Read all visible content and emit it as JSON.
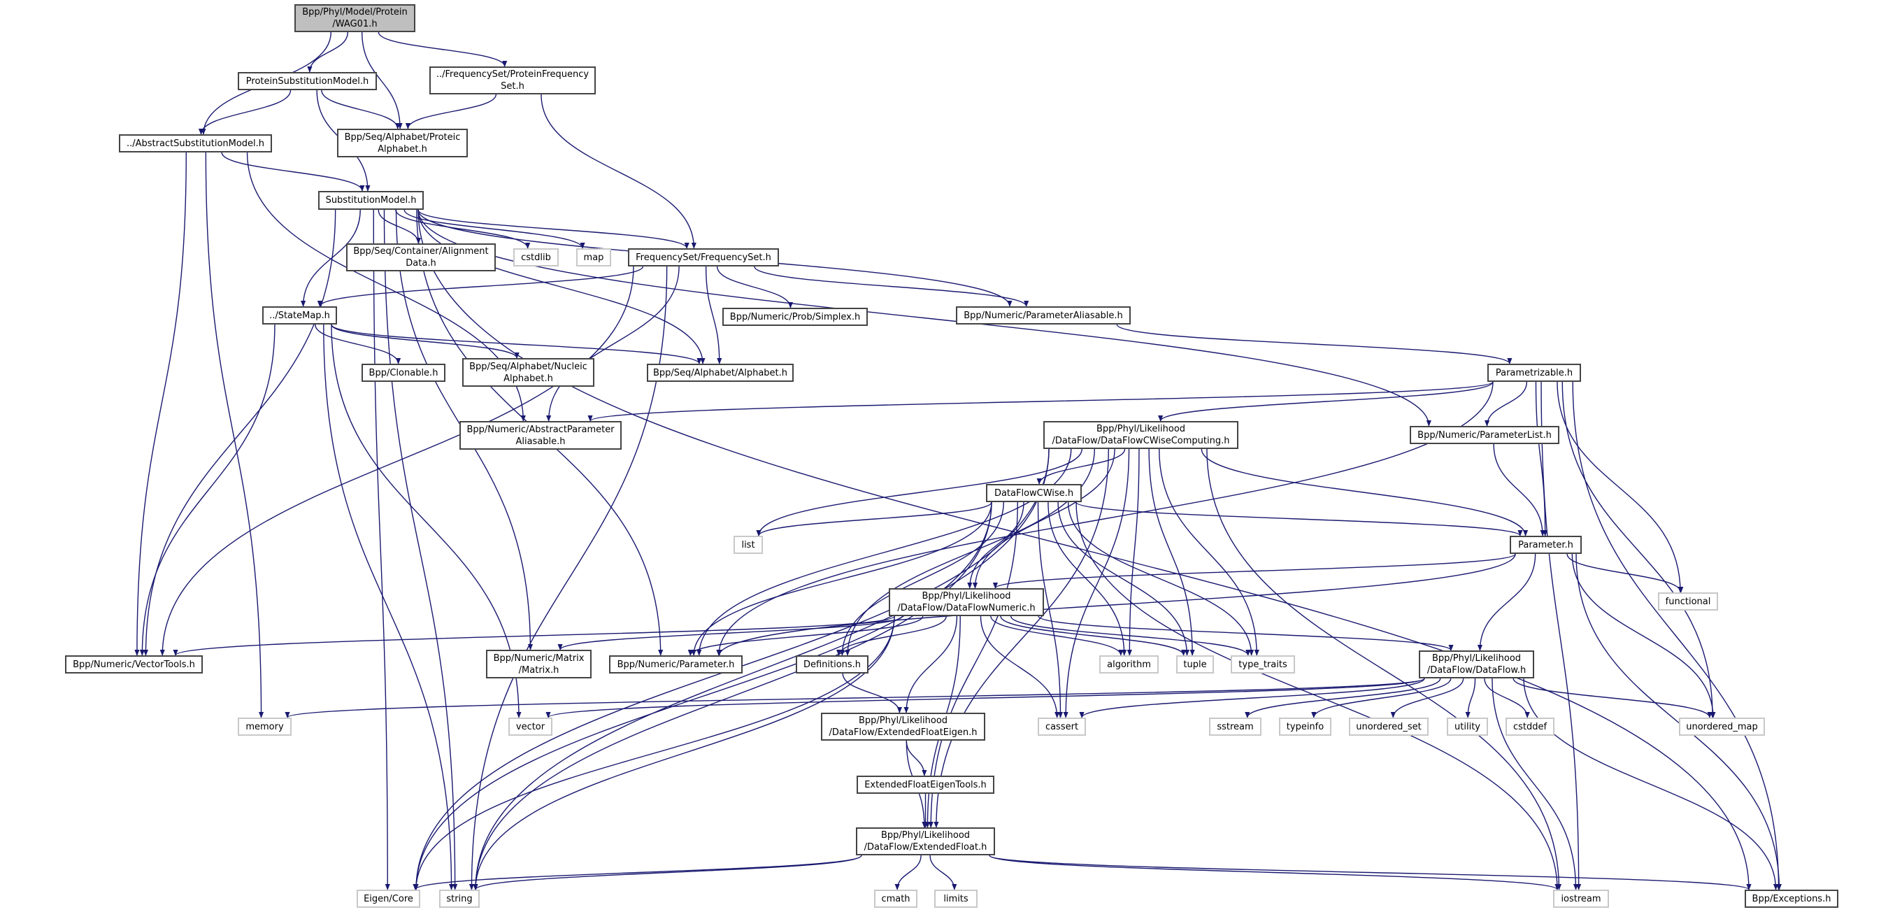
{
  "diagram": {
    "type": "include-dependency-graph",
    "colors": {
      "edge": "#191970",
      "root_fill": "#bfbfbf",
      "node_border": "#444444",
      "system_border": "#c8c8c8"
    },
    "nodes": {
      "wag01": {
        "label": "Bpp/Phyl/Model/Protein\n/WAG01.h",
        "kind": "root"
      },
      "psm": {
        "label": "ProteinSubstitutionModel.h",
        "kind": "header"
      },
      "pfs": {
        "label": "../FrequencySet/ProteinFrequency\nSet.h",
        "kind": "header"
      },
      "asm": {
        "label": "../AbstractSubstitutionModel.h",
        "kind": "header"
      },
      "proteic": {
        "label": "Bpp/Seq/Alphabet/Proteic\nAlphabet.h",
        "kind": "header"
      },
      "sm": {
        "label": "SubstitutionModel.h",
        "kind": "header"
      },
      "align": {
        "label": "Bpp/Seq/Container/Alignment\nData.h",
        "kind": "header"
      },
      "cstdlib": {
        "label": "cstdlib",
        "kind": "system"
      },
      "map": {
        "label": "map",
        "kind": "system"
      },
      "fs": {
        "label": "FrequencySet/FrequencySet.h",
        "kind": "header"
      },
      "statemap": {
        "label": "../StateMap.h",
        "kind": "header"
      },
      "simplex": {
        "label": "Bpp/Numeric/Prob/Simplex.h",
        "kind": "header"
      },
      "paramalias": {
        "label": "Bpp/Numeric/ParameterAliasable.h",
        "kind": "header"
      },
      "clonable": {
        "label": "Bpp/Clonable.h",
        "kind": "header"
      },
      "nucleic": {
        "label": "Bpp/Seq/Alphabet/Nucleic\nAlphabet.h",
        "kind": "header"
      },
      "alphabet": {
        "label": "Bpp/Seq/Alphabet/Alphabet.h",
        "kind": "header"
      },
      "parametrizable": {
        "label": "Parametrizable.h",
        "kind": "header"
      },
      "absparamalias": {
        "label": "Bpp/Numeric/AbstractParameter\nAliasable.h",
        "kind": "header"
      },
      "dfcwc": {
        "label": "Bpp/Phyl/Likelihood\n/DataFlow/DataFlowCWiseComputing.h",
        "kind": "header"
      },
      "paramlist": {
        "label": "Bpp/Numeric/ParameterList.h",
        "kind": "header"
      },
      "dfcwise": {
        "label": "DataFlowCWise.h",
        "kind": "header"
      },
      "list": {
        "label": "list",
        "kind": "system"
      },
      "parameter": {
        "label": "Parameter.h",
        "kind": "header"
      },
      "dfnumeric": {
        "label": "Bpp/Phyl/Likelihood\n/DataFlow/DataFlowNumeric.h",
        "kind": "header"
      },
      "functional": {
        "label": "functional",
        "kind": "system"
      },
      "vectortools": {
        "label": "Bpp/Numeric/VectorTools.h",
        "kind": "header"
      },
      "matrix": {
        "label": "Bpp/Numeric/Matrix\n/Matrix.h",
        "kind": "header"
      },
      "numparam": {
        "label": "Bpp/Numeric/Parameter.h",
        "kind": "header"
      },
      "definitions": {
        "label": "Definitions.h",
        "kind": "header"
      },
      "algorithm": {
        "label": "algorithm",
        "kind": "system"
      },
      "tuple": {
        "label": "tuple",
        "kind": "system"
      },
      "typetraits": {
        "label": "type_traits",
        "kind": "system"
      },
      "dataflow": {
        "label": "Bpp/Phyl/Likelihood\n/DataFlow/DataFlow.h",
        "kind": "header"
      },
      "memory": {
        "label": "memory",
        "kind": "system"
      },
      "vector": {
        "label": "vector",
        "kind": "system"
      },
      "efeigen": {
        "label": "Bpp/Phyl/Likelihood\n/DataFlow/ExtendedFloatEigen.h",
        "kind": "header"
      },
      "cassert": {
        "label": "cassert",
        "kind": "system"
      },
      "sstream": {
        "label": "sstream",
        "kind": "system"
      },
      "typeinfo": {
        "label": "typeinfo",
        "kind": "system"
      },
      "unordered_set": {
        "label": "unordered_set",
        "kind": "system"
      },
      "utility": {
        "label": "utility",
        "kind": "system"
      },
      "cstddef": {
        "label": "cstddef",
        "kind": "system"
      },
      "unordered_map": {
        "label": "unordered_map",
        "kind": "system"
      },
      "efeigentools": {
        "label": "ExtendedFloatEigenTools.h",
        "kind": "header"
      },
      "extfloat": {
        "label": "Bpp/Phyl/Likelihood\n/DataFlow/ExtendedFloat.h",
        "kind": "header"
      },
      "eigencore": {
        "label": "Eigen/Core",
        "kind": "system"
      },
      "string": {
        "label": "string",
        "kind": "system"
      },
      "cmath": {
        "label": "cmath",
        "kind": "system"
      },
      "limits": {
        "label": "limits",
        "kind": "system"
      },
      "iostream": {
        "label": "iostream",
        "kind": "system"
      },
      "exceptions": {
        "label": "Bpp/Exceptions.h",
        "kind": "header"
      }
    },
    "edges": [
      [
        "wag01",
        "psm"
      ],
      [
        "wag01",
        "asm"
      ],
      [
        "wag01",
        "proteic"
      ],
      [
        "wag01",
        "pfs"
      ],
      [
        "psm",
        "asm"
      ],
      [
        "psm",
        "proteic"
      ],
      [
        "psm",
        "sm"
      ],
      [
        "pfs",
        "proteic"
      ],
      [
        "pfs",
        "fs"
      ],
      [
        "asm",
        "sm"
      ],
      [
        "asm",
        "vectortools"
      ],
      [
        "asm",
        "memory"
      ],
      [
        "asm",
        "absparamalias"
      ],
      [
        "sm",
        "align"
      ],
      [
        "sm",
        "cstdlib"
      ],
      [
        "sm",
        "map"
      ],
      [
        "sm",
        "fs"
      ],
      [
        "sm",
        "paramalias"
      ],
      [
        "sm",
        "paramlist"
      ],
      [
        "sm",
        "exceptions"
      ],
      [
        "sm",
        "statemap"
      ],
      [
        "sm",
        "alphabet"
      ],
      [
        "sm",
        "vectortools"
      ],
      [
        "sm",
        "matrix"
      ],
      [
        "sm",
        "numparam"
      ],
      [
        "sm",
        "eigencore"
      ],
      [
        "sm",
        "string"
      ],
      [
        "fs",
        "statemap"
      ],
      [
        "fs",
        "simplex"
      ],
      [
        "fs",
        "paramalias"
      ],
      [
        "fs",
        "alphabet"
      ],
      [
        "fs",
        "absparamalias"
      ],
      [
        "fs",
        "vectortools"
      ],
      [
        "fs",
        "string"
      ],
      [
        "statemap",
        "clonable"
      ],
      [
        "statemap",
        "nucleic"
      ],
      [
        "statemap",
        "alphabet"
      ],
      [
        "statemap",
        "vectortools"
      ],
      [
        "statemap",
        "string"
      ],
      [
        "statemap",
        "vector"
      ],
      [
        "paramalias",
        "parametrizable"
      ],
      [
        "parametrizable",
        "paramlist"
      ],
      [
        "parametrizable",
        "parameter"
      ],
      [
        "parametrizable",
        "absparamalias"
      ],
      [
        "parametrizable",
        "dfcwc"
      ],
      [
        "parametrizable",
        "functional"
      ],
      [
        "parametrizable",
        "unordered_map"
      ],
      [
        "parametrizable",
        "iostream"
      ],
      [
        "parametrizable",
        "exceptions"
      ],
      [
        "parametrizable",
        "numparam"
      ],
      [
        "paramlist",
        "parameter"
      ],
      [
        "dfcwc",
        "dfcwise"
      ],
      [
        "dfcwc",
        "parameter"
      ],
      [
        "dfcwc",
        "list"
      ],
      [
        "dfcwc",
        "algorithm"
      ],
      [
        "dfcwc",
        "tuple"
      ],
      [
        "dfcwc",
        "typetraits"
      ],
      [
        "dfcwc",
        "cassert"
      ],
      [
        "dfcwc",
        "iostream"
      ],
      [
        "dfcwc",
        "eigencore"
      ],
      [
        "dfcwc",
        "string"
      ],
      [
        "dfcwc",
        "definitions"
      ],
      [
        "dfcwc",
        "numparam"
      ],
      [
        "dfcwc",
        "dfnumeric"
      ],
      [
        "dfcwc",
        "extfloat"
      ],
      [
        "dfcwise",
        "list"
      ],
      [
        "dfcwise",
        "parameter"
      ],
      [
        "dfcwise",
        "dfnumeric"
      ],
      [
        "dfcwise",
        "algorithm"
      ],
      [
        "dfcwise",
        "tuple"
      ],
      [
        "dfcwise",
        "typetraits"
      ],
      [
        "dfcwise",
        "cassert"
      ],
      [
        "dfcwise",
        "definitions"
      ],
      [
        "dfcwise",
        "numparam"
      ],
      [
        "dfcwise",
        "eigencore"
      ],
      [
        "dfcwise",
        "string"
      ],
      [
        "dfcwise",
        "extfloat"
      ],
      [
        "dfcwise",
        "iostream"
      ],
      [
        "parameter",
        "dfnumeric"
      ],
      [
        "parameter",
        "dataflow"
      ],
      [
        "parameter",
        "functional"
      ],
      [
        "parameter",
        "unordered_map"
      ],
      [
        "parameter",
        "exceptions"
      ],
      [
        "parameter",
        "numparam"
      ],
      [
        "dfnumeric",
        "vectortools"
      ],
      [
        "dfnumeric",
        "matrix"
      ],
      [
        "dfnumeric",
        "numparam"
      ],
      [
        "dfnumeric",
        "definitions"
      ],
      [
        "dfnumeric",
        "algorithm"
      ],
      [
        "dfnumeric",
        "tuple"
      ],
      [
        "dfnumeric",
        "typetraits"
      ],
      [
        "dfnumeric",
        "dataflow"
      ],
      [
        "dfnumeric",
        "cassert"
      ],
      [
        "dfnumeric",
        "efeigen"
      ],
      [
        "dfnumeric",
        "extfloat"
      ],
      [
        "dfnumeric",
        "eigencore"
      ],
      [
        "dfnumeric",
        "string"
      ],
      [
        "dataflow",
        "memory"
      ],
      [
        "dataflow",
        "vector"
      ],
      [
        "dataflow",
        "cassert"
      ],
      [
        "dataflow",
        "sstream"
      ],
      [
        "dataflow",
        "typeinfo"
      ],
      [
        "dataflow",
        "unordered_set"
      ],
      [
        "dataflow",
        "utility"
      ],
      [
        "dataflow",
        "cstddef"
      ],
      [
        "dataflow",
        "unordered_map"
      ],
      [
        "dataflow",
        "iostream"
      ],
      [
        "dataflow",
        "exceptions"
      ],
      [
        "definitions",
        "efeigen"
      ],
      [
        "efeigen",
        "efeigentools"
      ],
      [
        "efeigen",
        "extfloat"
      ],
      [
        "efeigentools",
        "extfloat"
      ],
      [
        "extfloat",
        "eigencore"
      ],
      [
        "extfloat",
        "string"
      ],
      [
        "extfloat",
        "cmath"
      ],
      [
        "extfloat",
        "limits"
      ],
      [
        "extfloat",
        "iostream"
      ],
      [
        "extfloat",
        "exceptions"
      ]
    ]
  }
}
